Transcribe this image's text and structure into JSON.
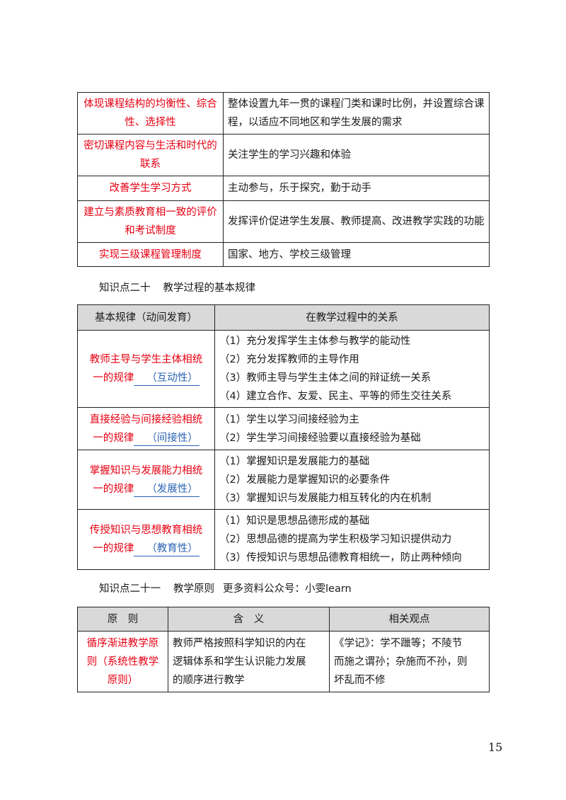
{
  "table1": {
    "rows": [
      {
        "left": "体现课程结构的均衡性、综合性、选择性",
        "right": "整体设置九年一贯的课程门类和课时比例，并设置综合课程，以适应不同地区和学生发展的需求"
      },
      {
        "left": "密切课程内容与生活和时代的联系",
        "right": "关注学生的学习兴趣和体验"
      },
      {
        "left": "改善学生学习方式",
        "right": "主动参与，乐于探究，勤于动手"
      },
      {
        "left": "建立与素质教育相一致的评价和考试制度",
        "right": "发挥评价促进学生发展、教师提高、改进教学实践的功能"
      },
      {
        "left": "实现三级课程管理制度",
        "right": "国家、地方、学校三级管理"
      }
    ]
  },
  "section20": {
    "num": "知识点二十",
    "title": "教学过程的基本规律"
  },
  "table2": {
    "header": [
      "基本规律（动间发育）",
      "在教学过程中的关系"
    ],
    "rows": [
      {
        "law_a": "教师主导与学生主体相统",
        "law_b": "一的规律",
        "blank": "（互动性）",
        "items": [
          "（1）充分发挥学生主体参与教学的能动性",
          "（2）充分发挥教师的主导作用",
          "（3）教师主导与学生主体之间的辩证统一关系",
          "（4）建立合作、友爱、民主、平等的师生交往关系"
        ]
      },
      {
        "law_a": "直接经验与间接经验相统",
        "law_b": "一的规律",
        "blank": "（间接性）",
        "items": [
          "（1）学生以学习间接经验为主",
          "（2）学生学习间接经验要以直接经验为基础"
        ]
      },
      {
        "law_a": "掌握知识与发展能力相统",
        "law_b": "一的规律",
        "blank": "（发展性）",
        "items": [
          "（1）掌握知识是发展能力的基础",
          "（2）发展能力是掌握知识的必要条件",
          "（3）掌握知识与发展能力相互转化的内在机制"
        ]
      },
      {
        "law_a": "传授知识与思想教育相统",
        "law_b": "一的规律",
        "blank": "（教育性）",
        "items": [
          "（1）知识是思想品德形成的基础",
          "（2）思想品德的提高为学生积极学习知识提供动力",
          "（3）传授知识与思想品德教育相统一，防止两种倾向"
        ]
      }
    ]
  },
  "section21": {
    "num": "知识点二十一",
    "title": "教学原则",
    "extra": "更多资料公众号：小雯learn"
  },
  "table3": {
    "header": [
      "原　则",
      "含　义",
      "相关观点"
    ],
    "rows": [
      {
        "principle": [
          "循序渐进教学原",
          "则（系统性教学",
          "原则）"
        ],
        "meaning": [
          "教师严格按照科学知识的内在",
          "逻辑体系和学生认识能力发展",
          "的顺序进行教学"
        ],
        "view": [
          "《学记》：学不躐等；不陵节",
          "而施之谓孙；杂施而不孙，则",
          "坏乱而不修"
        ]
      }
    ]
  },
  "page_number": "15"
}
